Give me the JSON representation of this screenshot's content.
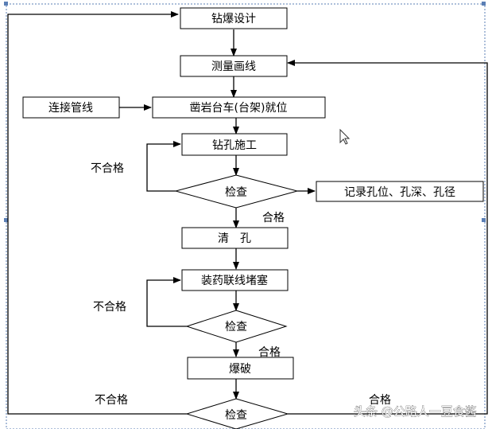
{
  "flowchart": {
    "nodes": {
      "drill_blast_design": "钻爆设计",
      "survey_lines": "测量画线",
      "connect_pipelines": "连接管线",
      "rig_in_position": "凿岩台车(台架)就位",
      "drilling": "钻孔施工",
      "inspect_1": "检查",
      "record_holes": "记录孔位、孔深、孔径",
      "clean_holes": "清　孔",
      "charging": "装药联线堵塞",
      "inspect_2": "检查",
      "blasting": "爆破",
      "inspect_3": "检查"
    },
    "labels": {
      "fail_1": "不合格",
      "pass_1": "合格",
      "fail_2": "不合格",
      "pass_2": "合格",
      "fail_3": "不合格",
      "pass_3": "合格"
    }
  },
  "watermark": "头条 @公路人一豆食酱",
  "cursor_icon": "mouse-pointer-icon",
  "colors": {
    "line": "#000000",
    "selection": "#5b7fb5",
    "background": "#ffffff"
  }
}
